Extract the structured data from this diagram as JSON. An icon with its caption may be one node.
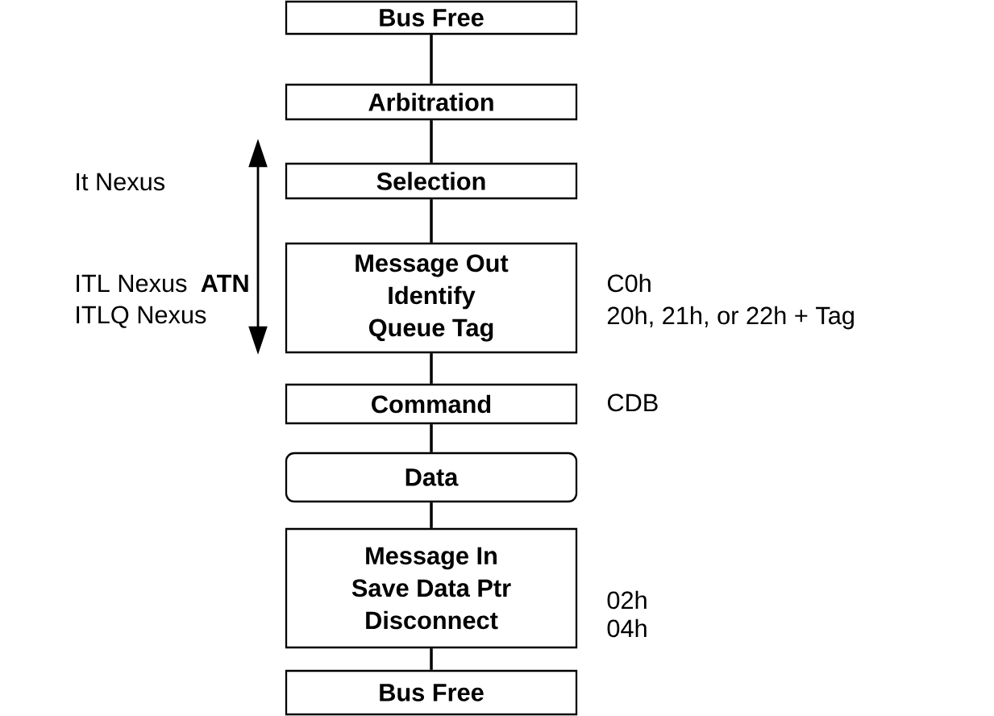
{
  "diagram": {
    "nodes": [
      {
        "text": [
          "Bus Free"
        ]
      },
      {
        "text": [
          "Arbitration"
        ]
      },
      {
        "text": [
          "Selection"
        ]
      },
      {
        "text": [
          "Message Out",
          "Identify",
          "Queue Tag"
        ],
        "beside": [
          "C0h",
          "20h, 21h, or 22h + Tag"
        ]
      },
      {
        "text": [
          "Command"
        ],
        "beside": [
          "CDB"
        ]
      },
      {
        "text": [
          "Data"
        ]
      },
      {
        "text": [
          "Message In",
          "Save Data Ptr",
          "Disconnect"
        ],
        "beside": [
          "02h",
          "04h"
        ]
      },
      {
        "text": [
          "Bus Free"
        ]
      }
    ],
    "edges": [
      {
        "from": 0,
        "to": 1,
        "arrow": "none"
      },
      {
        "from": 1,
        "to": 2,
        "arrow": "none"
      },
      {
        "from": 2,
        "to": 3,
        "arrow": "none"
      },
      {
        "from": 3,
        "to": 4,
        "arrow": "none"
      },
      {
        "from": 4,
        "to": 5,
        "arrow": "none"
      },
      {
        "from": 5,
        "to": 6,
        "arrow": "none"
      },
      {
        "from": 6,
        "to": 7,
        "arrow": "none"
      }
    ],
    "labels": [
      "It Nexus",
      "ITL Nexus",
      "ATN",
      "ITLQ Nexus"
    ]
  }
}
